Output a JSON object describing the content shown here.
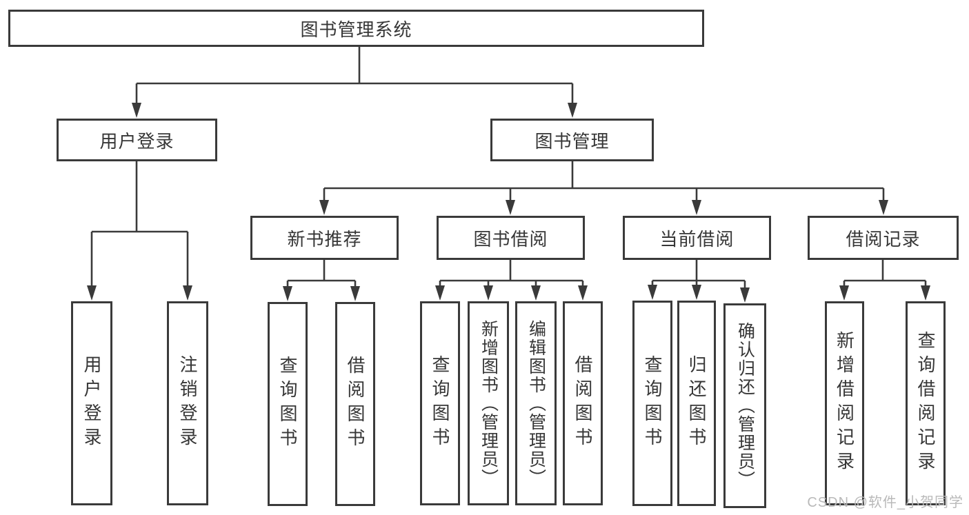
{
  "palette": {
    "line": "#3a3a3a",
    "box_border": "#3a3a3a",
    "box_fill": "#ffffff",
    "text": "#363636",
    "watermark": "#b9b9b9"
  },
  "watermark": "CSDN @软件_小贺同学",
  "tree": {
    "label": "图书管理系统",
    "children": [
      {
        "label": "用户登录",
        "children": [
          {
            "label": "用户登录"
          },
          {
            "label": "注销登录"
          }
        ]
      },
      {
        "label": "图书管理",
        "children": [
          {
            "label": "新书推荐",
            "children": [
              {
                "label": "查询图书"
              },
              {
                "label": "借阅图书"
              }
            ]
          },
          {
            "label": "图书借阅",
            "children": [
              {
                "label": "查询图书"
              },
              {
                "label": "新增图书（管理员）"
              },
              {
                "label": "编辑图书（管理员）"
              },
              {
                "label": "借阅图书"
              }
            ]
          },
          {
            "label": "当前借阅",
            "children": [
              {
                "label": "查询图书"
              },
              {
                "label": "归还图书"
              },
              {
                "label": "确认归还（管理员）"
              }
            ]
          },
          {
            "label": "借阅记录",
            "children": [
              {
                "label": "新增借阅记录"
              },
              {
                "label": "查询借阅记录"
              }
            ]
          }
        ]
      }
    ]
  }
}
